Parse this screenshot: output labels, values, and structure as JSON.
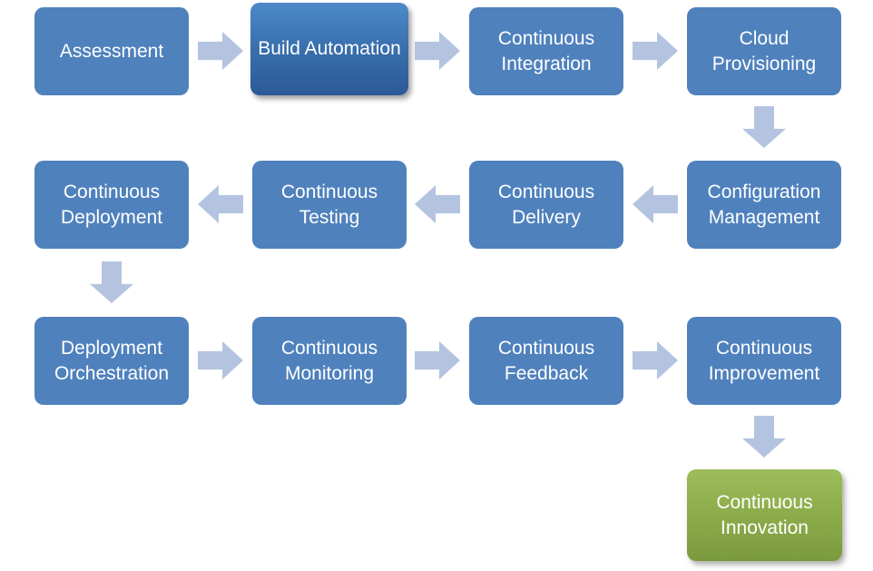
{
  "diagram": {
    "description_colors": {
      "box_blue": "#4F81BD",
      "box_emphasis_top": "#4D89C9",
      "box_emphasis_bottom": "#2B5996",
      "box_green_top": "#9DBD5C",
      "box_green_bottom": "#7A9A3E",
      "arrow": "#B4C4E0",
      "text": "#FFFFFF",
      "background": "#FFFFFF"
    },
    "nodes": [
      {
        "label": "Assessment",
        "variant": "blue"
      },
      {
        "label": "Build Automation",
        "variant": "blue-emphasis"
      },
      {
        "label": "Continuous Integration",
        "variant": "blue"
      },
      {
        "label": "Cloud Provisioning",
        "variant": "blue"
      },
      {
        "label": "Configuration Management",
        "variant": "blue"
      },
      {
        "label": "Continuous Delivery",
        "variant": "blue"
      },
      {
        "label": "Continuous Testing",
        "variant": "blue"
      },
      {
        "label": "Continuous Deployment",
        "variant": "blue"
      },
      {
        "label": "Deployment Orchestration",
        "variant": "blue"
      },
      {
        "label": "Continuous Monitoring",
        "variant": "blue"
      },
      {
        "label": "Continuous Feedback",
        "variant": "blue"
      },
      {
        "label": "Continuous Improvement",
        "variant": "blue"
      },
      {
        "label": "Continuous Innovation",
        "variant": "green"
      }
    ],
    "flow": [
      {
        "from": "Assessment",
        "to": "Build Automation",
        "direction": "right"
      },
      {
        "from": "Build Automation",
        "to": "Continuous Integration",
        "direction": "right"
      },
      {
        "from": "Continuous Integration",
        "to": "Cloud Provisioning",
        "direction": "right"
      },
      {
        "from": "Cloud Provisioning",
        "to": "Configuration Management",
        "direction": "down"
      },
      {
        "from": "Configuration Management",
        "to": "Continuous Delivery",
        "direction": "left"
      },
      {
        "from": "Continuous Delivery",
        "to": "Continuous Testing",
        "direction": "left"
      },
      {
        "from": "Continuous Testing",
        "to": "Continuous Deployment",
        "direction": "left"
      },
      {
        "from": "Continuous Deployment",
        "to": "Deployment Orchestration",
        "direction": "down"
      },
      {
        "from": "Deployment Orchestration",
        "to": "Continuous Monitoring",
        "direction": "right"
      },
      {
        "from": "Continuous Monitoring",
        "to": "Continuous Feedback",
        "direction": "right"
      },
      {
        "from": "Continuous Feedback",
        "to": "Continuous Improvement",
        "direction": "right"
      },
      {
        "from": "Continuous Improvement",
        "to": "Continuous Innovation",
        "direction": "down"
      }
    ]
  }
}
